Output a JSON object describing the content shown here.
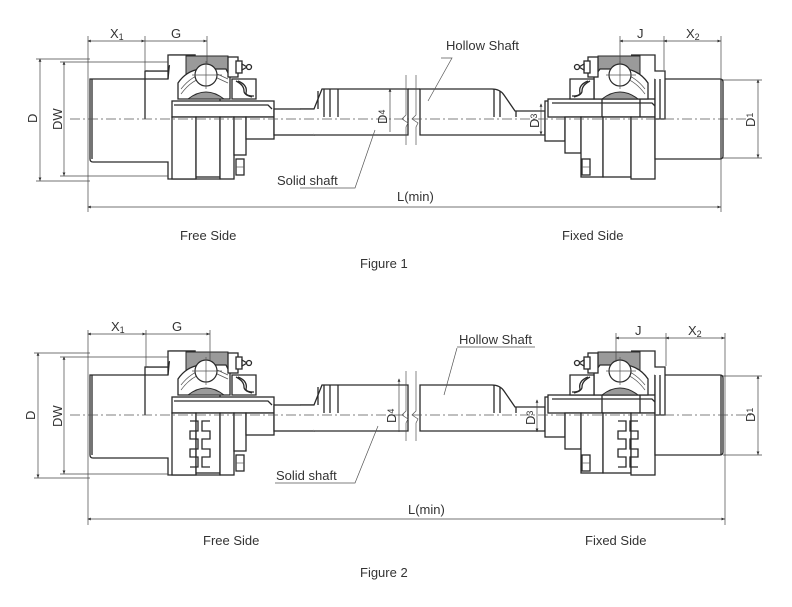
{
  "figures": [
    {
      "caption": "Figure 1",
      "left_label": "Free Side",
      "right_label": "Fixed Side",
      "spline": false,
      "labels": {
        "x1": "X",
        "x1_sub": "1",
        "g": "G",
        "j": "J",
        "x2": "X",
        "x2_sub": "2",
        "d": "D",
        "dw": "DW",
        "d1": "D",
        "d1_sub": "1",
        "d3": "D",
        "d3_sub": "3",
        "d4": "D",
        "d4_sub": "4",
        "length": "L(min)",
        "hollow_shaft": "Hollow Shaft",
        "solid_shaft": "Solid shaft"
      }
    },
    {
      "caption": "Figure 2",
      "left_label": "Free Side",
      "right_label": "Fixed Side",
      "spline": true,
      "labels": {
        "x1": "X",
        "x1_sub": "1",
        "g": "G",
        "j": "J",
        "x2": "X",
        "x2_sub": "2",
        "d": "D",
        "dw": "DW",
        "d1": "D",
        "d1_sub": "1",
        "d3": "D",
        "d3_sub": "3",
        "d4": "D",
        "d4_sub": "4",
        "length": "L(min)",
        "hollow_shaft": "Hollow Shaft",
        "solid_shaft": "Solid shaft"
      }
    }
  ]
}
